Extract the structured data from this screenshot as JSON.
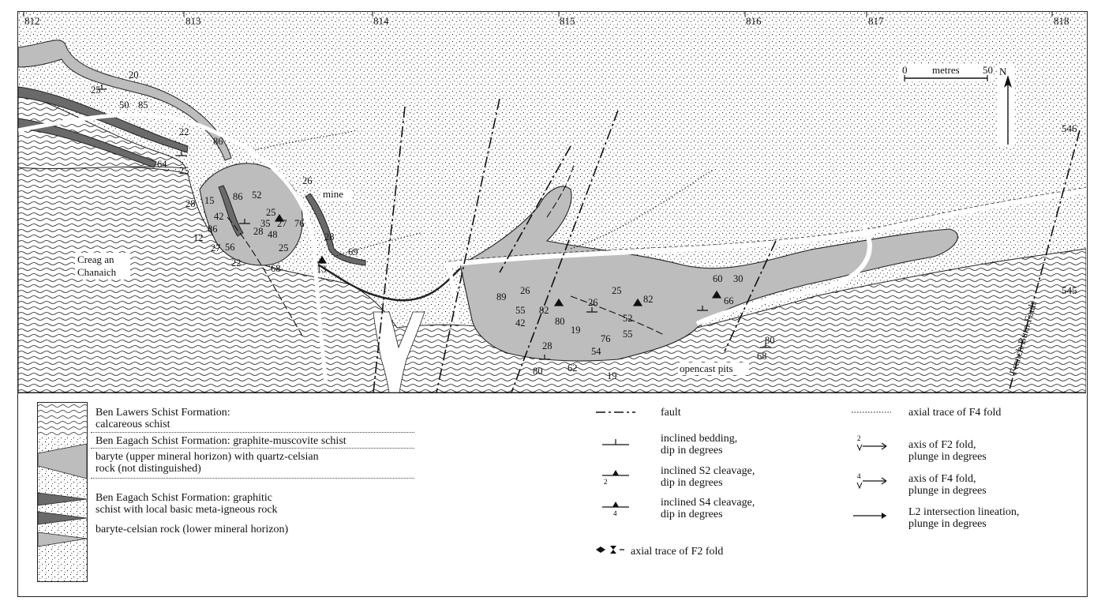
{
  "map": {
    "grid_top": [
      "812",
      "813",
      "814",
      "815",
      "816",
      "817",
      "818"
    ],
    "grid_right": [
      "546",
      "545"
    ],
    "place_names": {
      "creag_line1": "Creag an",
      "creag_line2": "Chanaich",
      "mine": "mine",
      "opencast": "opencast pits",
      "french_burn": "French Burn Fault"
    },
    "scale": {
      "zero": "0",
      "unit": "metres",
      "max": "50"
    },
    "north": "N",
    "dips": [
      "20",
      "25",
      "50",
      "85",
      "22",
      "86",
      "64",
      "25",
      "28",
      "15",
      "86",
      "42",
      "12",
      "86",
      "27",
      "22",
      "56",
      "28",
      "48",
      "52",
      "25",
      "35",
      "27",
      "76",
      "26",
      "28",
      "25",
      "69",
      "68",
      "13",
      "89",
      "55",
      "42",
      "26",
      "82",
      "80",
      "19",
      "25",
      "26",
      "52",
      "55",
      "82",
      "76",
      "54",
      "28",
      "80",
      "62",
      "19",
      "60",
      "30",
      "66",
      "80",
      "68"
    ]
  },
  "legend": {
    "left": [
      {
        "line1": "Ben Lawers Schist Formation:",
        "line2": "calcareous schist"
      },
      {
        "line1": "Ben Eagach Schist Formation: graphite-muscovite schist"
      },
      {
        "line1": "baryte (upper mineral horizon) with quartz-celsian",
        "line2": "rock (not distinguished)"
      },
      {
        "line1": "Ben Eagach Schist Formation: graphitic",
        "line2": "schist with local basic meta-igneous rock"
      },
      {
        "line1": "baryte-celsian rock (lower mineral horizon)"
      }
    ],
    "middle": [
      {
        "line1": "fault"
      },
      {
        "line1": "inclined bedding,",
        "line2": "dip in degrees"
      },
      {
        "line1": "inclined S2 cleavage,",
        "line2": "dip in degrees",
        "sym": "2"
      },
      {
        "line1": "inclined S4 cleavage,",
        "line2": "dip in degrees",
        "sym": "4"
      },
      {
        "line1": "axial trace of F2 fold"
      }
    ],
    "right": [
      {
        "line1": "axial trace of F4 fold"
      },
      {
        "line1": "axis of F2 fold,",
        "line2": "plunge in degrees",
        "sym": "2"
      },
      {
        "line1": "axis of F4 fold,",
        "line2": "plunge in degrees",
        "sym": "4"
      },
      {
        "line1": "L2 intersection lineation,",
        "line2": "plunge in degrees"
      }
    ]
  },
  "colors": {
    "grey_unit": "#bdbdbd",
    "dark_unit": "#6a6a6a",
    "ink": "#111111",
    "background": "#ffffff"
  }
}
